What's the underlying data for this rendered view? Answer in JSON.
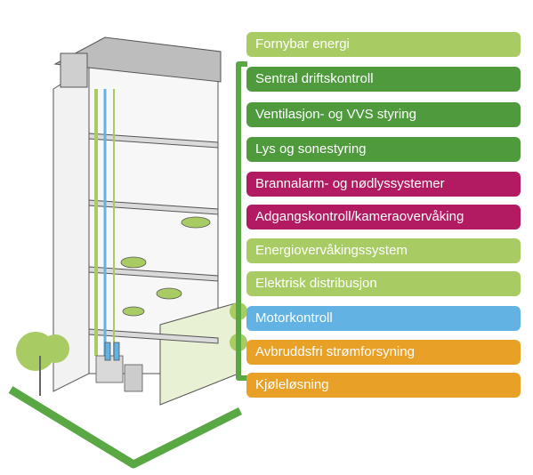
{
  "colors": {
    "light_green": "#a8cc63",
    "dark_green": "#4e9a3d",
    "magenta": "#b21b62",
    "blue": "#62b2e3",
    "orange": "#e8a027",
    "connector_green": "#59a843",
    "building_gray": "#ececec",
    "roof_gray": "#bdbdbd",
    "outline": "#555555"
  },
  "labels": [
    {
      "text": "Fornybar energi",
      "color": "#a8cc63"
    },
    {
      "text": "Sentral driftskontroll",
      "color": "#4e9a3d"
    },
    {
      "text": "Ventilasjon- og VVS styring",
      "color": "#4e9a3d"
    },
    {
      "text": "Lys og sonestyring",
      "color": "#4e9a3d"
    },
    {
      "text": "Brannalarm- og nødlyssystemer",
      "color": "#b21b62"
    },
    {
      "text": "Adgangskontroll/kameraovervåking",
      "color": "#b21b62"
    },
    {
      "text": "Energiovervåkingssystem",
      "color": "#a8cc63"
    },
    {
      "text": "Elektrisk distribusjon",
      "color": "#a8cc63"
    },
    {
      "text": "Motorkontroll",
      "color": "#62b2e3"
    },
    {
      "text": "Avbruddsfri strømforsyning",
      "color": "#e8a027"
    },
    {
      "text": "Kjøleløsning",
      "color": "#e8a027"
    }
  ],
  "icons": {
    "building": "building-cutaway-illustration",
    "trees": "tree-icon",
    "furniture": "table-chairs-icon",
    "machinery": "hvac-equipment-icon"
  }
}
